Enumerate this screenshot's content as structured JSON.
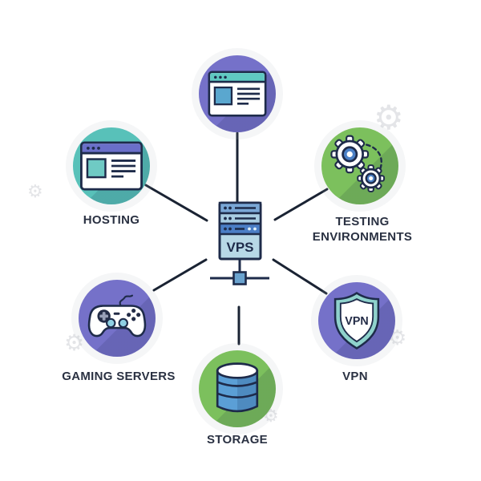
{
  "colors": {
    "purple_circle": "#7571c9",
    "teal_circle": "#58c1b9",
    "green_circle": "#7cc05d",
    "outline_navy": "#1e2b4a",
    "connector_line": "#1a2333",
    "label_text": "#2a3142"
  },
  "decorations": {
    "gear_glyph": "⚙"
  },
  "server": {
    "label": "VPS",
    "icon": "server-icon",
    "row1_color": "#7aa7d6",
    "row2_color": "#a9cde2",
    "row3_color": "#4b7ec6",
    "panel_color": "#b7d8e6",
    "hub_color": "#6aa3cf"
  },
  "nodes": {
    "browser_top": {
      "label": "",
      "icon": "browser-window-icon",
      "circle_color": "#7571c9",
      "title_bar_color": "#5fc9c1",
      "thumb_color": "#5aa7cf"
    },
    "hosting": {
      "label": "HOSTING",
      "icon": "browser-window-icon",
      "circle_color": "#58c1b9",
      "title_bar_color": "#6a6fc9",
      "thumb_color": "#6fcac4"
    },
    "testing": {
      "label": "TESTING ENVIRONMENTS",
      "icon": "gears-icon",
      "circle_color": "#7cc05d",
      "gear_center_color": "#4b80c6"
    },
    "gaming": {
      "label": "GAMING SERVERS",
      "icon": "gamepad-icon",
      "circle_color": "#7571c9",
      "stick_color": "#8ed0e4",
      "dpad_color": "#232c47"
    },
    "vpn": {
      "label": "VPN",
      "icon": "shield-icon",
      "icon_text": "VPN",
      "circle_color": "#7571c9",
      "shield_band_color": "#8fd2cc"
    },
    "storage": {
      "label": "STORAGE",
      "icon": "database-icon",
      "circle_color": "#7cc05d",
      "cylinder_color": "#5b9fd6"
    }
  }
}
